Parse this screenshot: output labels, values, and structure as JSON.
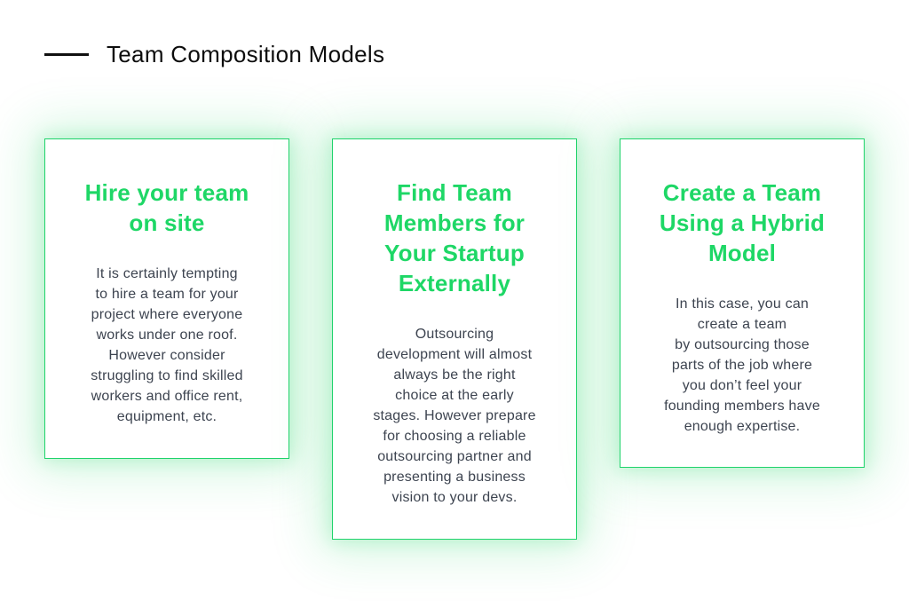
{
  "header": {
    "title": "Team Composition Models"
  },
  "colors": {
    "accent_green": "#1ED766",
    "card_border": "#1FD36B",
    "glow_green": "#1ED666",
    "title_text": "#0D0D0D",
    "body_text": "#3D4450",
    "background": "#FFFFFF"
  },
  "cards": [
    {
      "heading": "Hire your team\non site",
      "body": "It is certainly tempting\nto hire a team for your\nproject where everyone\nworks under one roof.\nHowever consider\nstruggling to find skilled\nworkers and office rent,\nequipment, etc."
    },
    {
      "heading": "Find Team\nMembers for\nYour Startup\nExternally",
      "body": "Outsourcing\ndevelopment will almost\nalways be the right\nchoice at the early\nstages. However prepare\nfor choosing a reliable\noutsourcing partner and\npresenting a business\nvision to your devs."
    },
    {
      "heading": "Create a Team\nUsing a Hybrid\nModel",
      "body": "In this case, you can\ncreate a team\nby outsourcing those\nparts of the job where\nyou don’t feel your\nfounding members have\nenough expertise."
    }
  ]
}
